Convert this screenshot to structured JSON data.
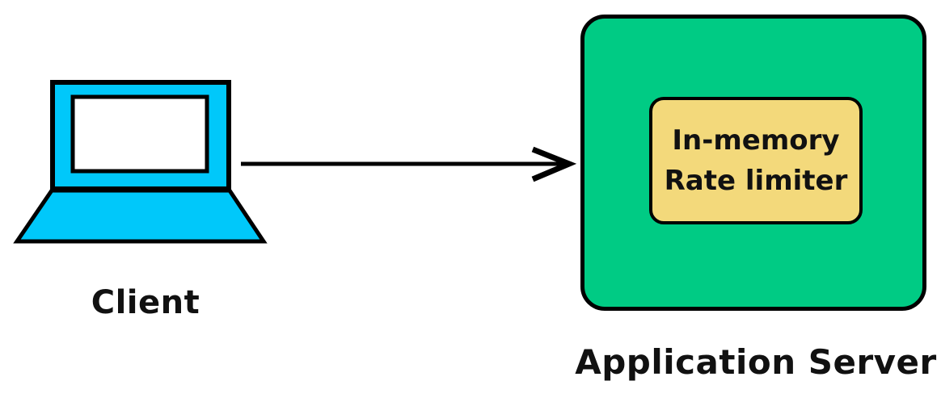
{
  "diagram": {
    "client": {
      "label": "Client"
    },
    "server": {
      "label": "Application Server",
      "rate_limiter": {
        "line1": "In-memory",
        "line2": "Rate limiter"
      }
    },
    "colors": {
      "client_laptop_fill": "#00c8fa",
      "server_fill": "#00cb84",
      "rate_limiter_fill": "#f3d97b",
      "outline": "#000000",
      "screen_fill": "#ffffff",
      "background": "#ffffff"
    }
  }
}
